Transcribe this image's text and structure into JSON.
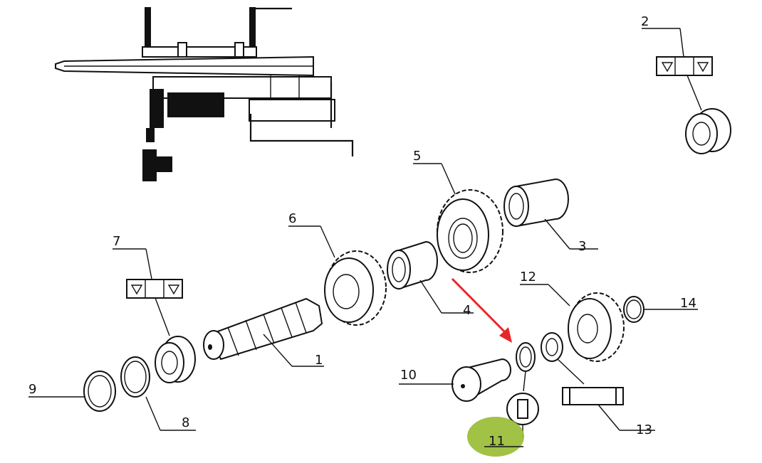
{
  "diagram": {
    "labels": {
      "p1": "1",
      "p2": "2",
      "p3": "3",
      "p4": "4",
      "p5": "5",
      "p6": "6",
      "p7": "7",
      "p8": "8",
      "p9": "9",
      "p10": "10",
      "p11": "11",
      "p12": "12",
      "p13": "13",
      "p14": "14"
    },
    "colors": {
      "ink": "#111111",
      "arrow": "#e8262a",
      "highlight": "#9cbf3a"
    },
    "highlighted_part": "11"
  }
}
